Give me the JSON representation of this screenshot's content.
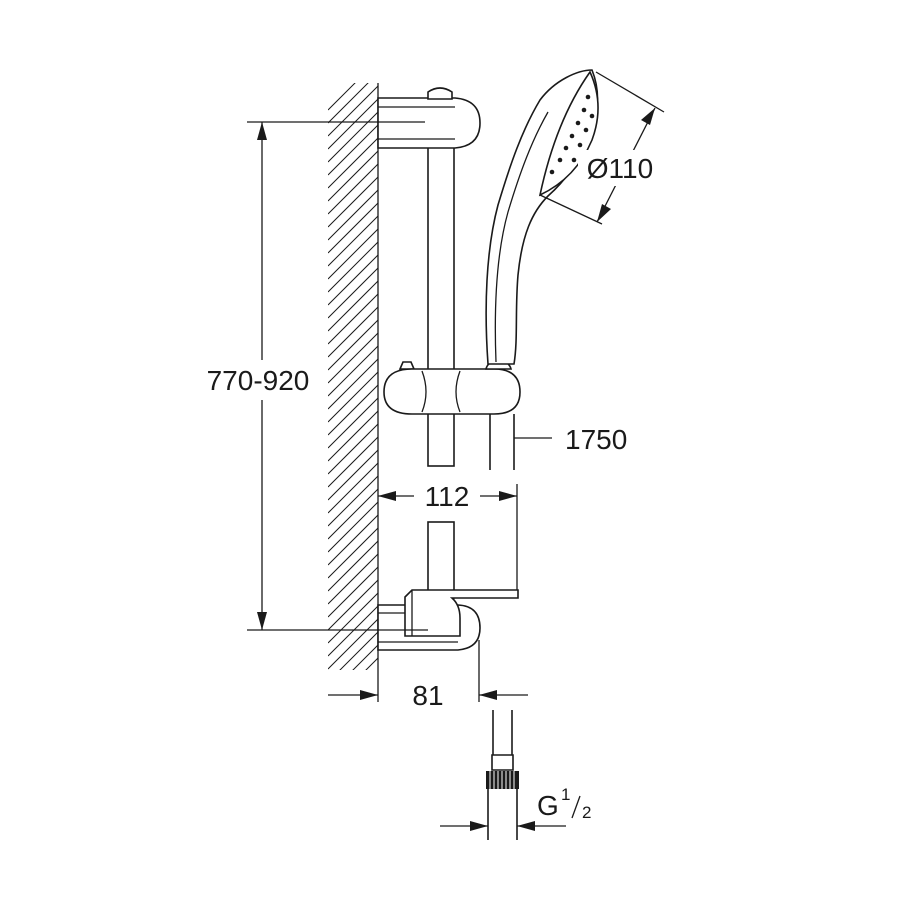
{
  "dimensions": {
    "height_range": "770-920",
    "head_diameter": "Ø110",
    "hose_length": "1750",
    "rail_offset": "112",
    "bracket_depth": "81",
    "thread_main": "G",
    "thread_num": "1",
    "thread_den": "2"
  }
}
